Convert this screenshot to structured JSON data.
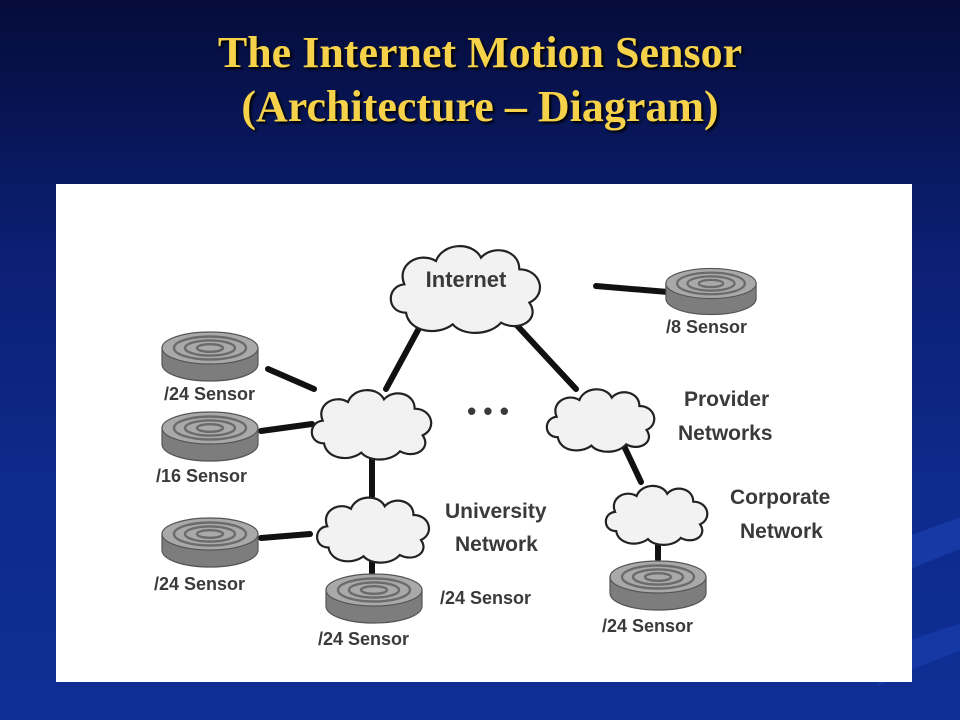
{
  "slide": {
    "title_line1": "The Internet Motion Sensor",
    "title_line2": "(Architecture – Diagram)"
  },
  "diagram": {
    "internet_label": "Internet",
    "ellipsis": "• • •",
    "provider_label_line1": "Provider",
    "provider_label_line2": "Networks",
    "university_label_line1": "University",
    "university_label_line2": "Network",
    "corporate_label_line1": "Corporate",
    "corporate_label_line2": "Network",
    "sensors": {
      "slash8": "/8 Sensor",
      "left_top_24": "/24 Sensor",
      "left_16": "/16 Sensor",
      "left_bottom_24": "/24 Sensor",
      "univ_bottom_24": "/24 Sensor",
      "univ_side_24": "/24 Sensor",
      "corporate_24": "/24 Sensor"
    }
  },
  "colors": {
    "title": "#f5d24a",
    "cloud_fill": "#f2f2f2",
    "cloud_stroke": "#222222",
    "link": "#111111",
    "sensor_fill": "#9a9a9a"
  }
}
